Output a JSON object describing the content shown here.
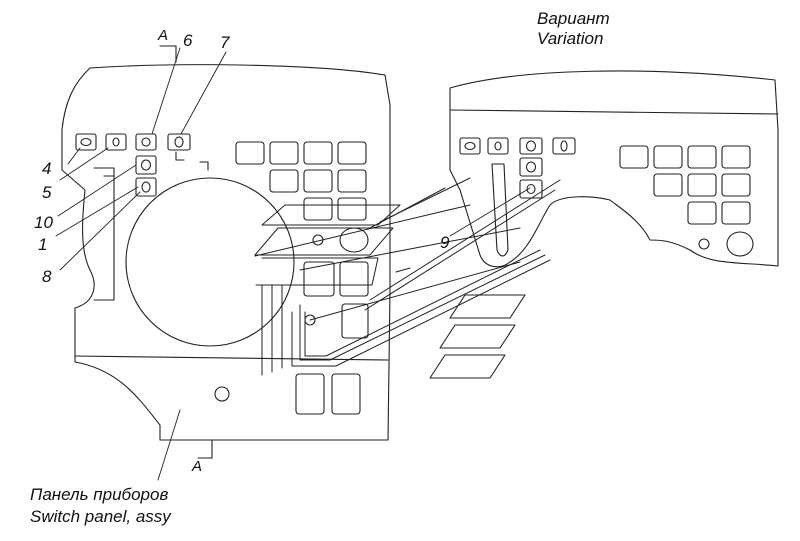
{
  "variant": {
    "title_ru": "Вариант",
    "title_en": "Variation"
  },
  "caption": {
    "line_ru": "Панель приборов",
    "line_en": "Switch panel, assy"
  },
  "section_marks": {
    "top": "A",
    "bottom": "A"
  },
  "callouts": {
    "c1": "1",
    "c4": "4",
    "c5": "5",
    "c6": "6",
    "c7": "7",
    "c8": "8",
    "c9": "9",
    "c10": "10"
  },
  "colors": {
    "line": "#222222",
    "background": "#ffffff"
  }
}
